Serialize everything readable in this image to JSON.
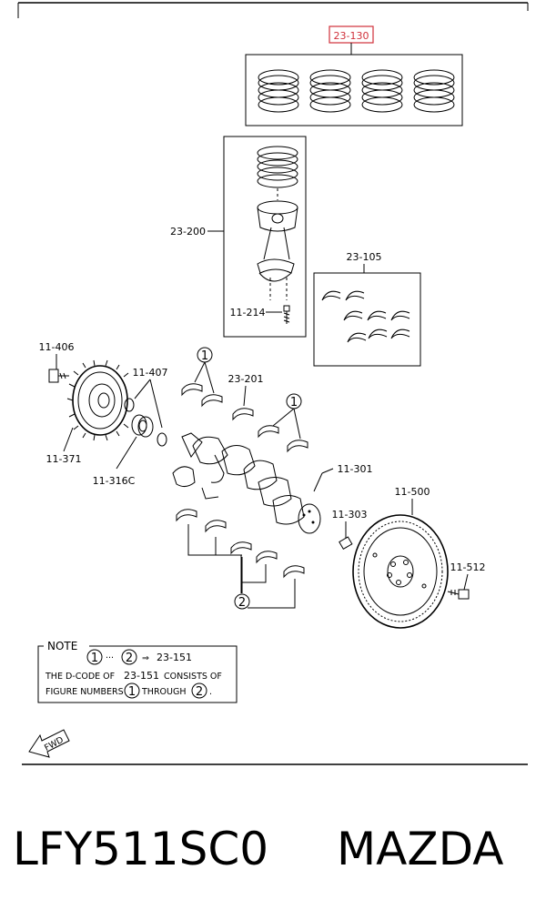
{
  "diagram": {
    "labels": {
      "rings": "23-130",
      "piston_assembly": "23-200",
      "conrod_bolt": "11-214",
      "conrod_bearings": "23-105",
      "pulley_bolt": "11-406",
      "pulley_key": "11-407",
      "crank_pulley": "11-371",
      "pilot_bearing": "11-316C",
      "main_bearing_upper": "23-201",
      "crankshaft": "11-301",
      "flywheel": "11-500",
      "flywheel_bolt_small": "11-303",
      "flywheel_bolt": "11-512"
    },
    "circled_marks": {
      "one": "1",
      "two": "2"
    },
    "note": {
      "title": "NOTE",
      "dots": "···",
      "arrow": "⇒",
      "code": "23-151",
      "line1_prefix": "THE D-CODE OF",
      "line1_code": "23-151",
      "line1_suffix": "CONSISTS OF",
      "line2_prefix": "FIGURE NUMBERS",
      "line2_middle": "THROUGH",
      "period": "."
    },
    "fwd": "FWD"
  },
  "footer": {
    "part_number": "LFY511SC0",
    "brand": "MAZDA"
  },
  "colors": {
    "highlight_box": "#d0303a",
    "ink": "#000000"
  }
}
